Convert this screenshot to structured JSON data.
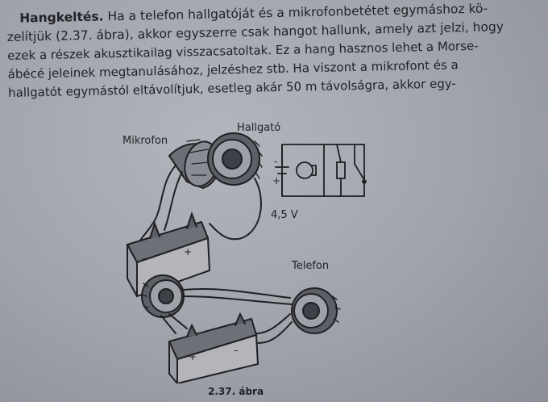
{
  "paragraph": {
    "heading": "Hangkeltés.",
    "line1_rest": " Ha a telefon hallgatóját és a mikrofonbetétet egymáshoz kö-",
    "line2": "zelítjük (2.37. ábra), akkor egyszerre csak hangot hallunk, amely azt jelzi, hogy",
    "line3": "ezek a részek akusztikailag visszacsatoltak. Ez a hang hasznos lehet a Morse-",
    "line4": "ábécé jeleinek megtanulásához, jelzéshez stb. Ha viszont a mikrofont és a",
    "line5": "hallgatót egymástól eltávolítjuk, esetleg akár 50 m távolságra, akkor egy-"
  },
  "figure": {
    "label_mikrofon": "Mikrofon",
    "label_hallgato": "Hallgató",
    "label_telefon": "Telefon",
    "label_voltage": "4,5 V",
    "label_plus_top": "+",
    "label_minus_top": "-",
    "label_batt1_minus": "–",
    "label_batt1_plus": "+",
    "label_batt2_plus": "+",
    "label_batt2_minus": "–",
    "caption": "2.37. ábra"
  }
}
